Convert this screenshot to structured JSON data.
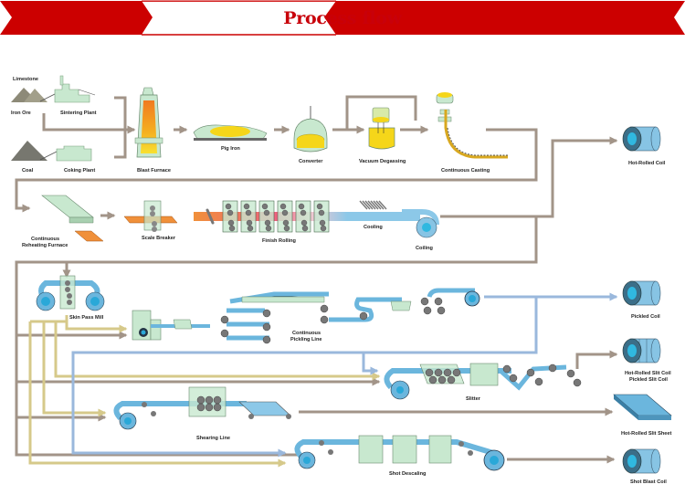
{
  "header": {
    "title": "Process flow",
    "accent_color": "#cc0000"
  },
  "colors": {
    "flow_gray": "#a29488",
    "flow_tan": "#d6c98a",
    "flow_blue": "#9ab8dc",
    "equipment_green": "#c8e8cf",
    "strip_blue": "#6bb6dd",
    "hot_orange": "#f0903a",
    "molten_yellow": "#f5d61a"
  },
  "stages": {
    "limestone": "Limestone",
    "iron_ore": "Iron Ore",
    "sintering_plant": "Sintering Plant",
    "coal": "Coal",
    "coking_plant": "Coking Plant",
    "blast_furnace": "Blast Furnace",
    "pig_iron": "Pig Iron",
    "converter": "Converter",
    "vacuum_degassing": "Vacuum Degassing",
    "continuous_casting": "Continuous Casting",
    "reheating_furnace_1": "Continuous",
    "reheating_furnace_2": "Reheating Furnace",
    "scale_breaker": "Scale Breaker",
    "finish_rolling": "Finish Rolling",
    "cooling": "Cooling",
    "coiling": "Coiling",
    "skin_pass_mill": "Skin Pass Mill",
    "pickling_line_1": "Continuous",
    "pickling_line_2": "Pickling Line",
    "slitter": "Slitter",
    "shearing_line": "Shearing Line",
    "shot_descaling": "Shot Descaling"
  },
  "products": {
    "hot_rolled_coil": "Hot-Rolled Coil",
    "pickled_coil": "Pickled Coil",
    "slit_coil_1": "Hot-Rolled Slit Coil",
    "slit_coil_2": "Pickled Slit Coil",
    "slit_sheet": "Hot-Rolled Slit Sheet",
    "shot_blast_coil": "Shot Blast Coil"
  }
}
